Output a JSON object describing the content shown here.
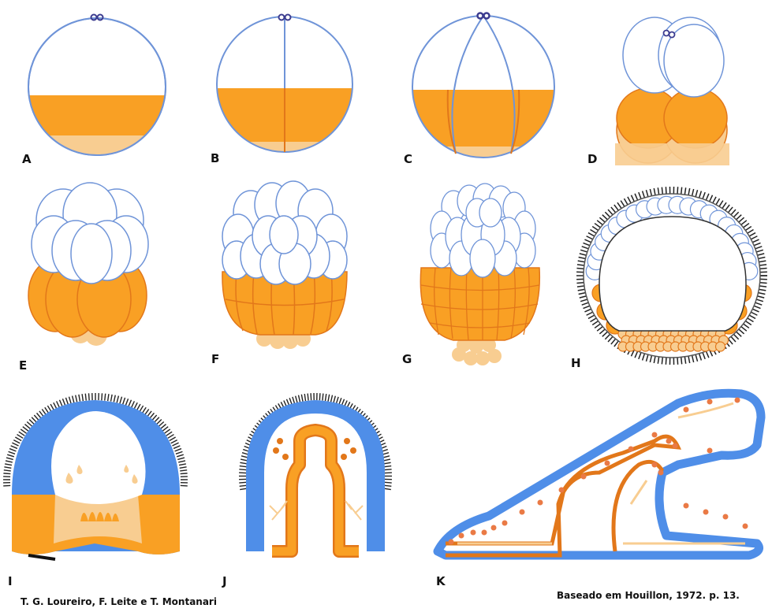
{
  "panels": {
    "a": {
      "label": "A"
    },
    "b": {
      "label": "B"
    },
    "c": {
      "label": "C"
    },
    "d": {
      "label": "D"
    },
    "e": {
      "label": "E"
    },
    "f": {
      "label": "F"
    },
    "g": {
      "label": "G"
    },
    "h": {
      "label": "H"
    },
    "i": {
      "label": "I"
    },
    "j": {
      "label": "J"
    },
    "k": {
      "label": "K"
    }
  },
  "credits": {
    "authors": "T. G. Loureiro, F. Leite e T. Montanari",
    "source": "Baseado em Houillon, 1972. p. 13."
  },
  "colors": {
    "animal_pole_fill": "#ffffff",
    "cell_outline": "#6f94d8",
    "vegetal_fill": "#f9a024",
    "vegetal_outline": "#e2771a",
    "yolk_fill": "#f8cd91",
    "ectoderm_blue": "#4f8ee8",
    "cilia": "#222222",
    "polar_body": "#3b3b8f"
  }
}
